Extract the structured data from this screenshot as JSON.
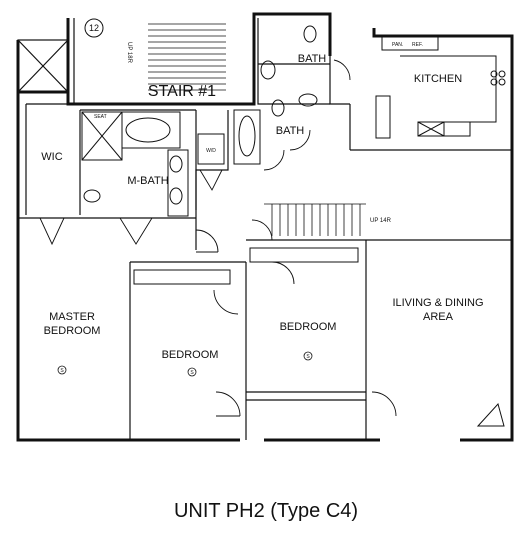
{
  "rooms": {
    "stair": "STAIR #1",
    "bath_top": "BATH",
    "bath_mid": "BATH",
    "kitchen": "KITCHEN",
    "wic": "WIC",
    "m_bath": "M-BATH",
    "master_line1": "MASTER",
    "master_line2": "BEDROOM",
    "bedroom_left": "BEDROOM",
    "bedroom_mid": "BEDROOM",
    "living_line1": "ILIVING & DINING",
    "living_line2": "AREA"
  },
  "labels": {
    "unit_number": "12",
    "stair_up": "UP 18R",
    "up_14r": "UP 14R",
    "seat": "SEAT",
    "wd": "W/D",
    "pan": "PAN.",
    "ref": "REF.",
    "smoke": "S"
  },
  "caption": "UNIT PH2 (Type C4)"
}
